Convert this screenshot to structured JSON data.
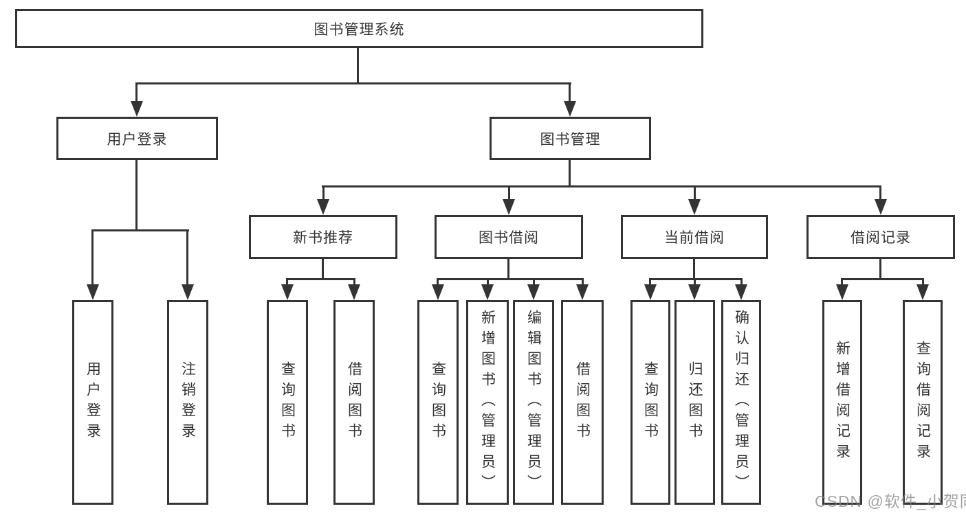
{
  "tree": {
    "label": "图书管理系统",
    "children": [
      {
        "label": "用户登录",
        "children": [
          {
            "label": "用户登录"
          },
          {
            "label": "注销登录"
          }
        ]
      },
      {
        "label": "图书管理",
        "children": [
          {
            "label": "新书推荐",
            "children": [
              {
                "label": "查询图书"
              },
              {
                "label": "借阅图书"
              }
            ]
          },
          {
            "label": "图书借阅",
            "children": [
              {
                "label": "查询图书"
              },
              {
                "label": "新增图书（管理员）"
              },
              {
                "label": "编辑图书（管理员）"
              },
              {
                "label": "借阅图书"
              }
            ]
          },
          {
            "label": "当前借阅",
            "children": [
              {
                "label": "查询图书"
              },
              {
                "label": "归还图书"
              },
              {
                "label": "确认归还（管理员）"
              }
            ]
          },
          {
            "label": "借阅记录",
            "children": [
              {
                "label": "新增借阅记录"
              },
              {
                "label": "查询借阅记录"
              }
            ]
          }
        ]
      }
    ]
  },
  "watermark": {
    "text": "CSDN @软件_小贺同学"
  },
  "colors": {
    "line": "#343434",
    "text": "#333333",
    "background": "#ffffff",
    "watermark": "#808080"
  }
}
